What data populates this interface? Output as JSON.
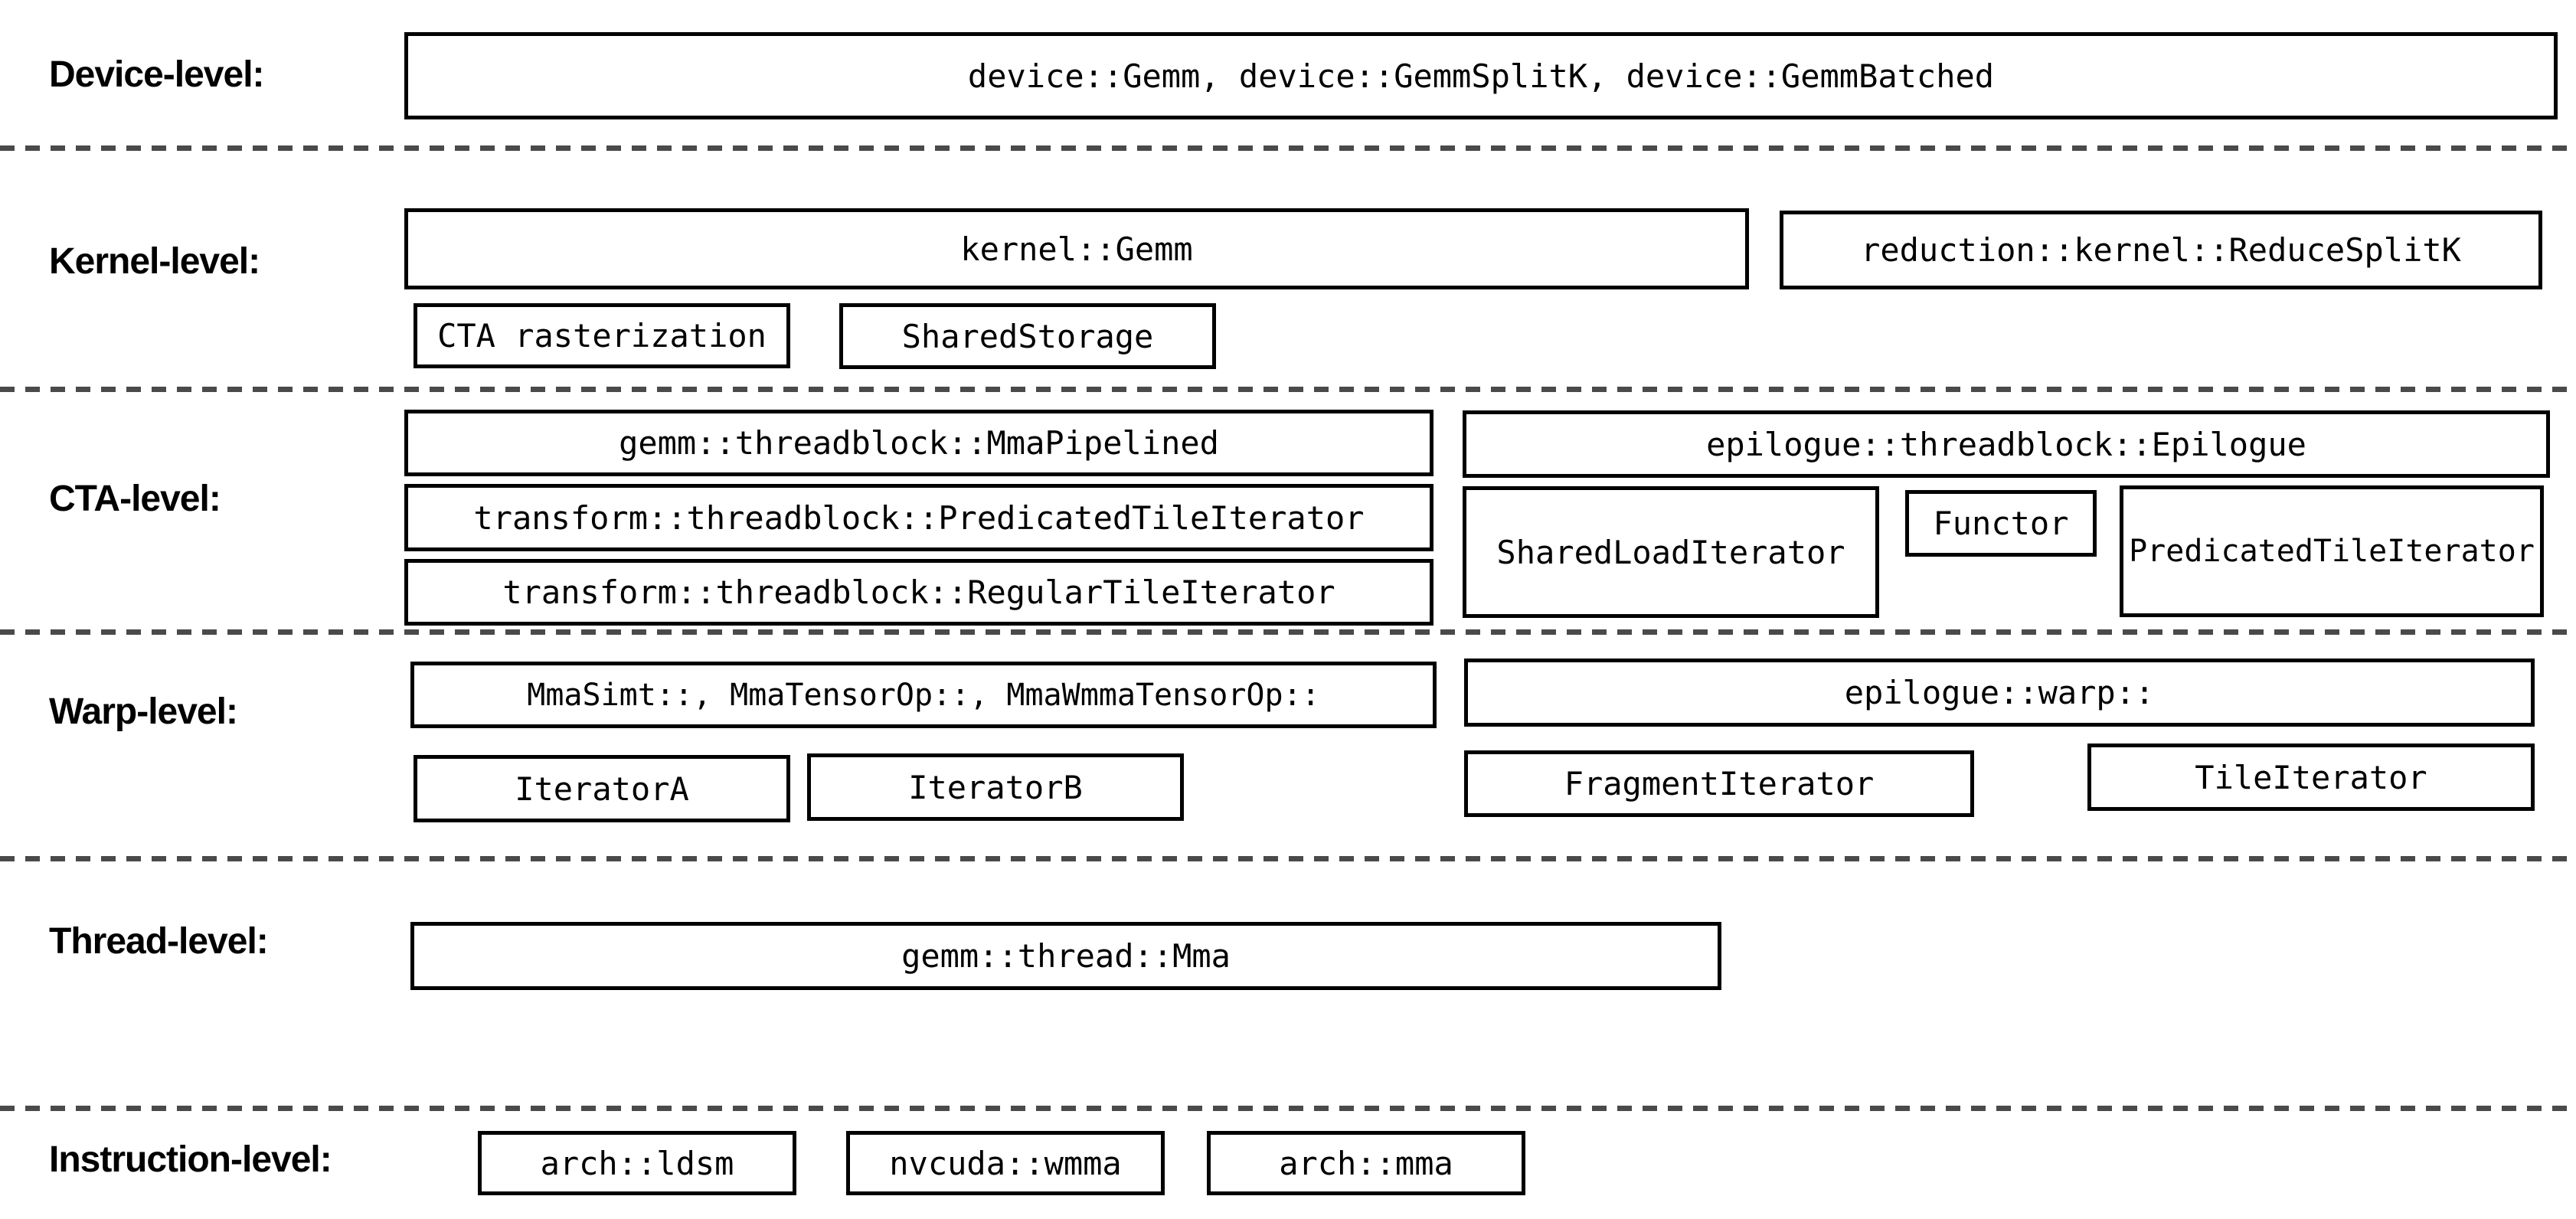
{
  "labels": {
    "device": "Device-level:",
    "kernel": "Kernel-level:",
    "cta": "CTA-level:",
    "warp": "Warp-level:",
    "thread": "Thread-level:",
    "instruction": "Instruction-level:"
  },
  "boxes": {
    "device_gemm": "device::Gemm, device::GemmSplitK, device::GemmBatched",
    "kernel_gemm": "kernel::Gemm",
    "reduce_splitk": "reduction::kernel::ReduceSplitK",
    "cta_rasterization": "CTA rasterization",
    "shared_storage": "SharedStorage",
    "mma_pipelined": "gemm::threadblock::MmaPipelined",
    "predicated_tile_iterator_cta": "transform::threadblock::PredicatedTileIterator",
    "regular_tile_iterator": "transform::threadblock::RegularTileIterator",
    "epilogue": "epilogue::threadblock::Epilogue",
    "shared_load_iterator": "SharedLoadIterator",
    "functor": "Functor",
    "predicated_tile_iterator_epilogue": "PredicatedTileIterator",
    "warp_mma": "MmaSimt::, MmaTensorOp::, MmaWmmaTensorOp::",
    "epilogue_warp": "epilogue::warp::",
    "iterator_a": "IteratorA",
    "iterator_b": "IteratorB",
    "fragment_iterator": "FragmentIterator",
    "tile_iterator": "TileIterator",
    "thread_mma": "gemm::thread::Mma",
    "arch_ldsm": "arch::ldsm",
    "nvcuda_wmma": "nvcuda::wmma",
    "arch_mma": "arch::mma"
  },
  "colors": {
    "background": "#ffffff",
    "box_border": "#000000",
    "text": "#000000",
    "divider": "#4a4a4a"
  }
}
